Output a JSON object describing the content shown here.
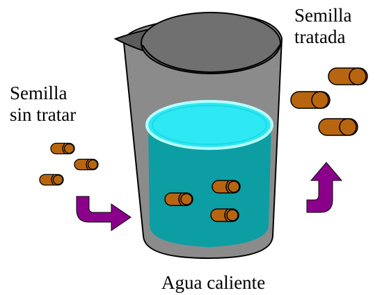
{
  "labels": {
    "untreated_line1": "Semilla",
    "untreated_line2": "sin tratar",
    "treated_line1": "Semilla",
    "treated_line2": "tratada",
    "water": "Agua caliente"
  },
  "colors": {
    "seed_fill": "#b8650f",
    "seed_stroke": "#000000",
    "beaker_body": "#888888",
    "beaker_opening": "#6e6e6e",
    "water": "#0c9ea3",
    "water_surface": "#28ecf7",
    "arrow": "#8b008b"
  },
  "icons": [
    "seed-icon",
    "beaker-icon",
    "curved-arrow-icon"
  ]
}
